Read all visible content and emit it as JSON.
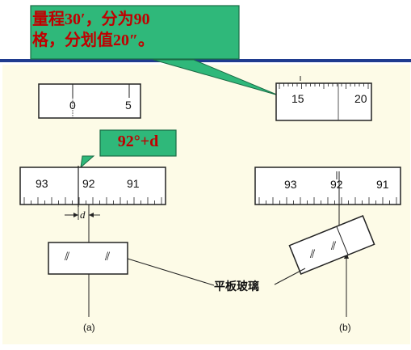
{
  "callout_top": {
    "line1": "量程30′，分为90",
    "line2": "格，分划值20″。"
  },
  "callout_reading": "92°+d",
  "scale_a_small": {
    "labels": [
      "0",
      "5"
    ]
  },
  "scale_b_small": {
    "labels": [
      "15",
      "20"
    ]
  },
  "scale_a_main": {
    "labels": [
      "93",
      "92",
      "91"
    ]
  },
  "scale_b_main": {
    "labels": [
      "93",
      "92",
      "91"
    ]
  },
  "d_label": "d",
  "glass_label": "平板玻璃",
  "caption_a": "(a)",
  "caption_b": "(b)",
  "glass_marks": "⫽",
  "colors": {
    "callout_fill": "#2fb87a",
    "callout_text": "#c00000",
    "panel_bg": "#fdfbe7",
    "top_rule": "#1f3b8f"
  }
}
